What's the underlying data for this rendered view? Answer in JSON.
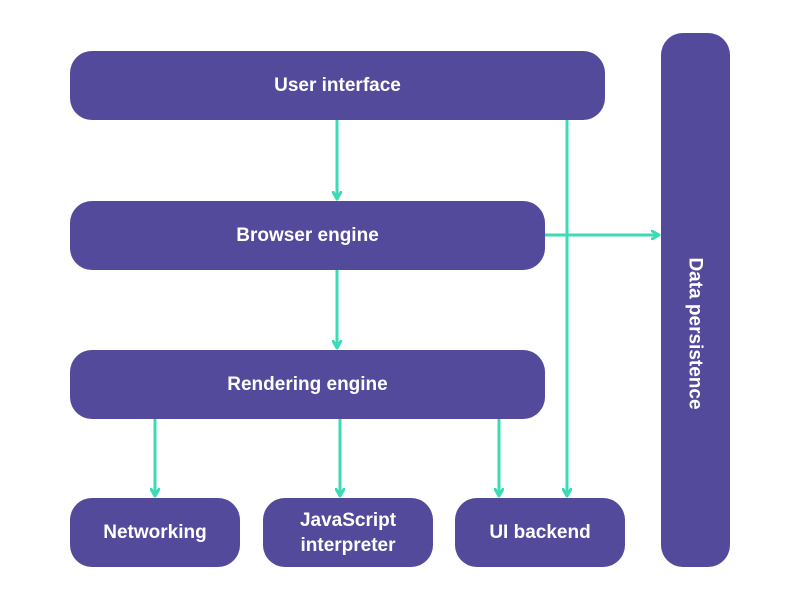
{
  "nodes": {
    "user_interface": "User interface",
    "browser_engine": "Browser engine",
    "rendering_engine": "Rendering engine",
    "networking": "Networking",
    "javascript_interpreter_line1": "JavaScript",
    "javascript_interpreter_line2": "interpreter",
    "ui_backend": "UI backend",
    "data_persistence": "Data persistence"
  },
  "colors": {
    "node_fill": "#534a9c",
    "node_text": "#ffffff",
    "edge": "#3ddbb5"
  }
}
